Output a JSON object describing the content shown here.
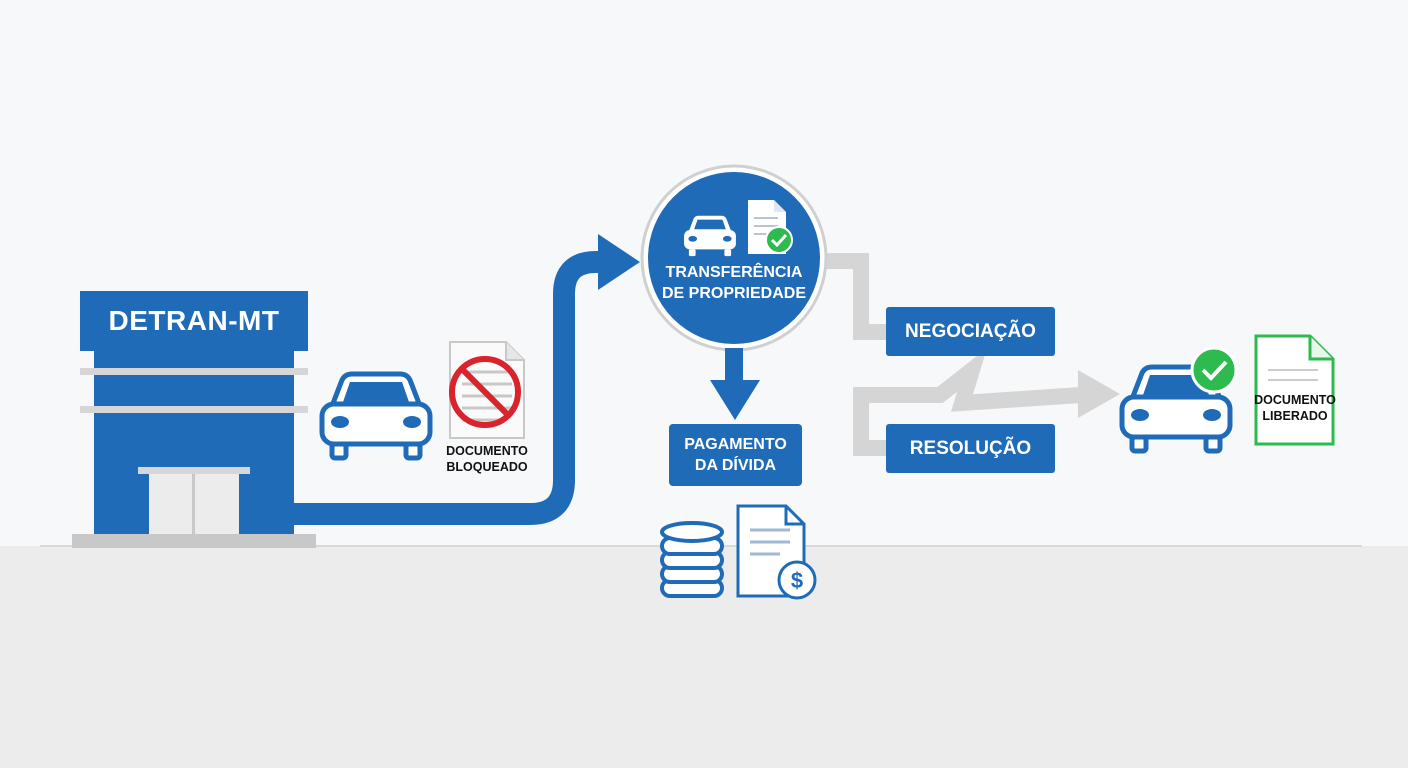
{
  "building": {
    "sign": "DETRAN-MT"
  },
  "blocked_doc": {
    "label_line1": "DOCUMENTO",
    "label_line2": "BLOQUEADO"
  },
  "center": {
    "label_line1": "TRANSFERÊNCIA",
    "label_line2": "DE PROPRIEDADE"
  },
  "payment": {
    "label_line1": "PAGAMENTO",
    "label_line2": "DA DÍVIDA"
  },
  "negotiation": {
    "label": "NEGOCIAÇÃO"
  },
  "resolution": {
    "label": "RESOLUÇÃO"
  },
  "released_doc": {
    "label_line1": "DOCUMENTO",
    "label_line2": "LIBERADO"
  },
  "icons": [
    "building-icon",
    "car-icon",
    "blocked-document-icon",
    "document-check-icon",
    "coins-icon",
    "invoice-dollar-icon",
    "check-badge-icon"
  ],
  "colors": {
    "primary_blue": "#1f6bb8",
    "blocked_red": "#d9232d",
    "success_green": "#2dba4e",
    "connector_gray": "#d5d5d5"
  }
}
